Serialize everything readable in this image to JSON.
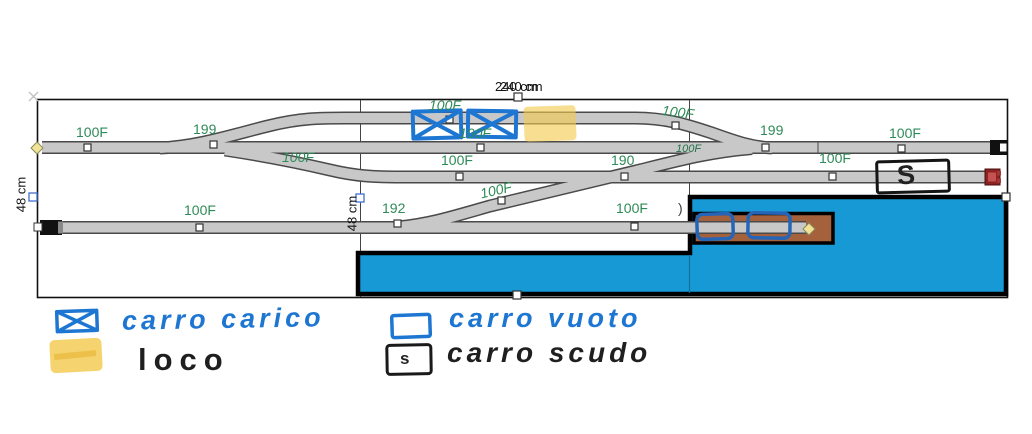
{
  "board": {
    "width_label": "240 cm",
    "height_label_left": "48 cm",
    "height_label_mid": "48 cm"
  },
  "tracks": {
    "labels": [
      {
        "id": "main-left",
        "text": "100F"
      },
      {
        "id": "turnout-left",
        "text": "199"
      },
      {
        "id": "curve-to-lower",
        "text": "100F"
      },
      {
        "id": "siding-left",
        "text": "100F"
      },
      {
        "id": "siding-under-wagon",
        "text": "100F"
      },
      {
        "id": "lower-left",
        "text": "100F"
      },
      {
        "id": "crossing",
        "text": "190"
      },
      {
        "id": "diagonal",
        "text": "100F"
      },
      {
        "id": "bottom-turnout",
        "text": "192"
      },
      {
        "id": "bottom-mid",
        "text": "100F"
      },
      {
        "id": "siding-right-curve",
        "text": "100F"
      },
      {
        "id": "turnout-right",
        "text": "199"
      },
      {
        "id": "link-curve",
        "text": "100F"
      },
      {
        "id": "lower-right",
        "text": "100F"
      },
      {
        "id": "main-right",
        "text": "100F"
      },
      {
        "id": "bottom-left",
        "text": "100F"
      }
    ],
    "stray_glyph": ")"
  },
  "annotations": {
    "shield_letter_large": "S",
    "legend": [
      {
        "symbol": "loaded-wagon-icon",
        "label": "carro carico"
      },
      {
        "symbol": "loco-icon",
        "label": "loco"
      },
      {
        "symbol": "empty-wagon-icon",
        "label": "carro vuoto"
      },
      {
        "symbol": "shield-wagon-icon",
        "label": "carro scudo",
        "symbol_letter": "s"
      }
    ]
  },
  "colors": {
    "track_label_green": "#2e8b57",
    "water_blue": "#1799d6",
    "pier_brown": "#a5613c",
    "annotation_blue": "#1d76d2",
    "highlight_yellow": "#f2c94c",
    "buffer_red": "#8c2222",
    "track_gray": "#c8c8c8"
  }
}
